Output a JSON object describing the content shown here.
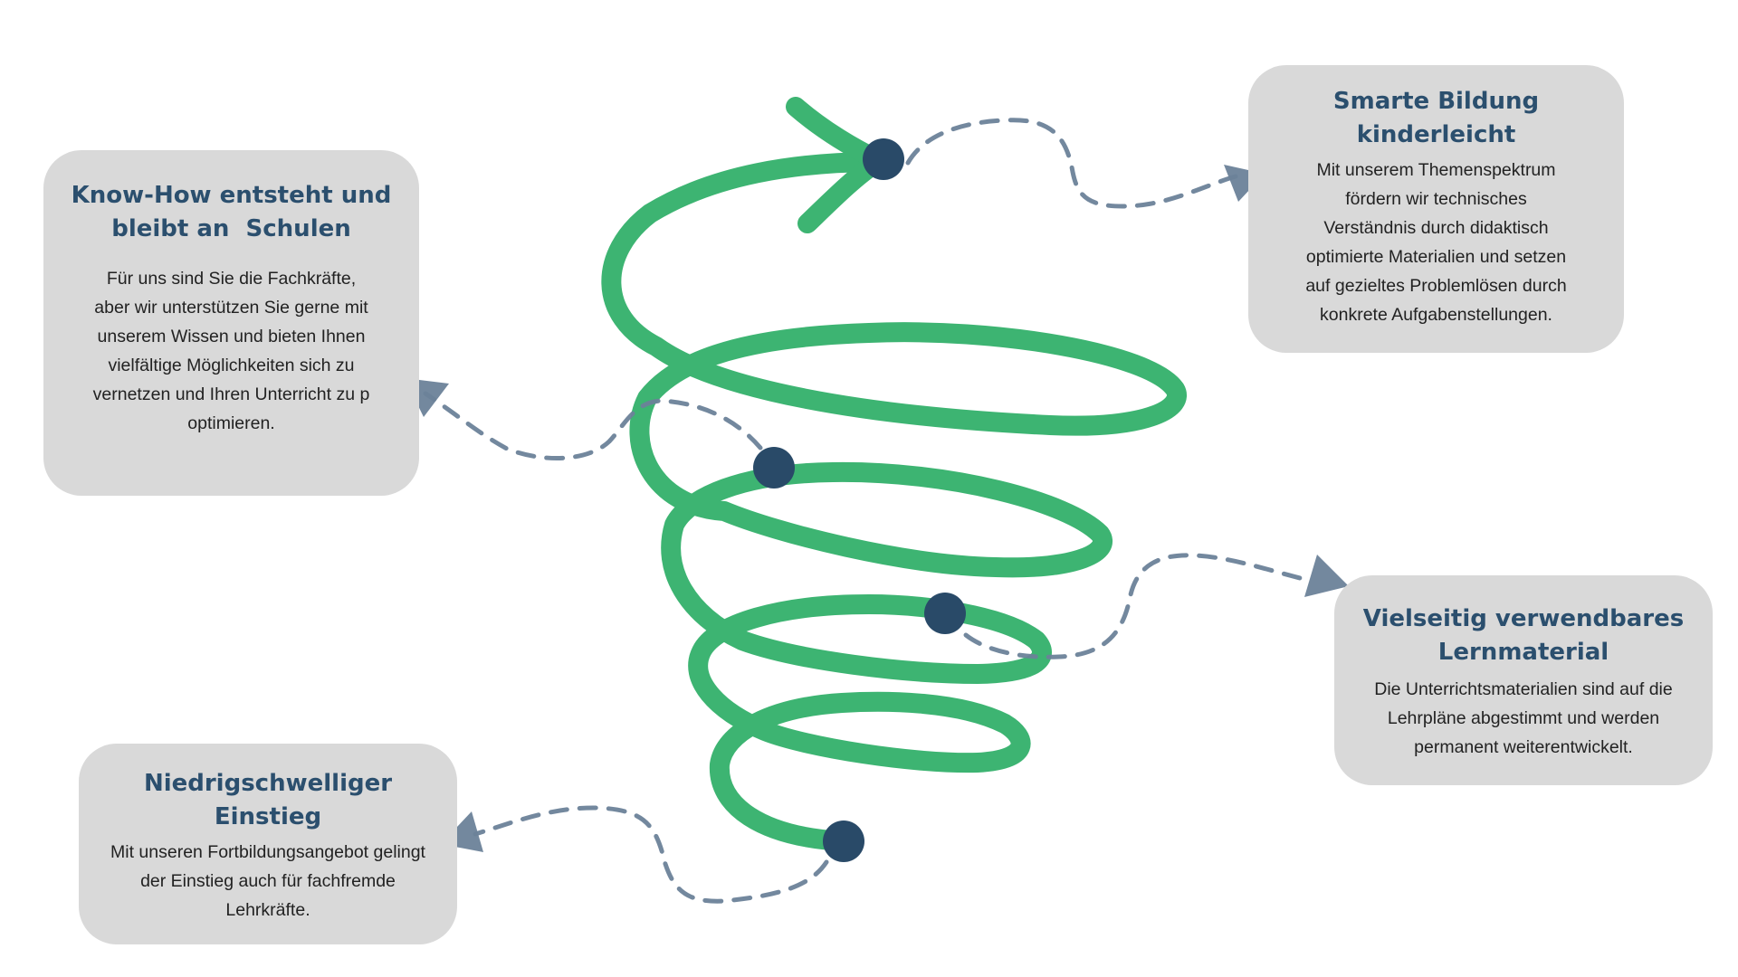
{
  "colors": {
    "spiral": "#3db472",
    "dot": "#294a68",
    "connector": "#6b8299",
    "card_bg": "#d9d9d9",
    "heading": "#2b4f6e"
  },
  "cards": {
    "knowhow": {
      "title_line1": "Know-How entsteht und",
      "title_line2": "bleibt an  Schulen",
      "body": [
        "Für uns sind Sie die Fachkräfte,",
        "aber wir unterstützen Sie gerne mit",
        "unserem Wissen und bieten Ihnen",
        "vielfältige Möglichkeiten sich zu",
        "vernetzen und Ihren Unterricht zu p",
        "optimieren."
      ]
    },
    "smart": {
      "title_line1": "Smarte Bildung",
      "title_line2": "kinderleicht",
      "body": [
        "Mit unserem Themenspektrum",
        "fördern wir technisches",
        "Verständnis durch didaktisch",
        "optimierte Materialien und setzen",
        "auf gezieltes Problemlösen durch",
        "konkrete Aufgabenstellungen."
      ]
    },
    "material": {
      "title_line1": "Vielseitig verwendbares",
      "title_line2": "Lernmaterial",
      "body": [
        "Die Unterrichtsmaterialien sind auf die",
        "Lehrpläne abgestimmt und werden",
        "permanent weiterentwickelt."
      ]
    },
    "einstieg": {
      "title_line1": "Niedrigschwelliger",
      "title_line2": "Einstieg",
      "body": [
        "Mit unseren Fortbildungsangebot gelingt",
        "der Einstieg auch für fachfremde",
        "Lehrkräfte."
      ]
    }
  },
  "icons": {
    "spiral": "spiral-arrow-icon",
    "milestone": "milestone-dot-icon",
    "connector": "dashed-arrow-icon"
  }
}
